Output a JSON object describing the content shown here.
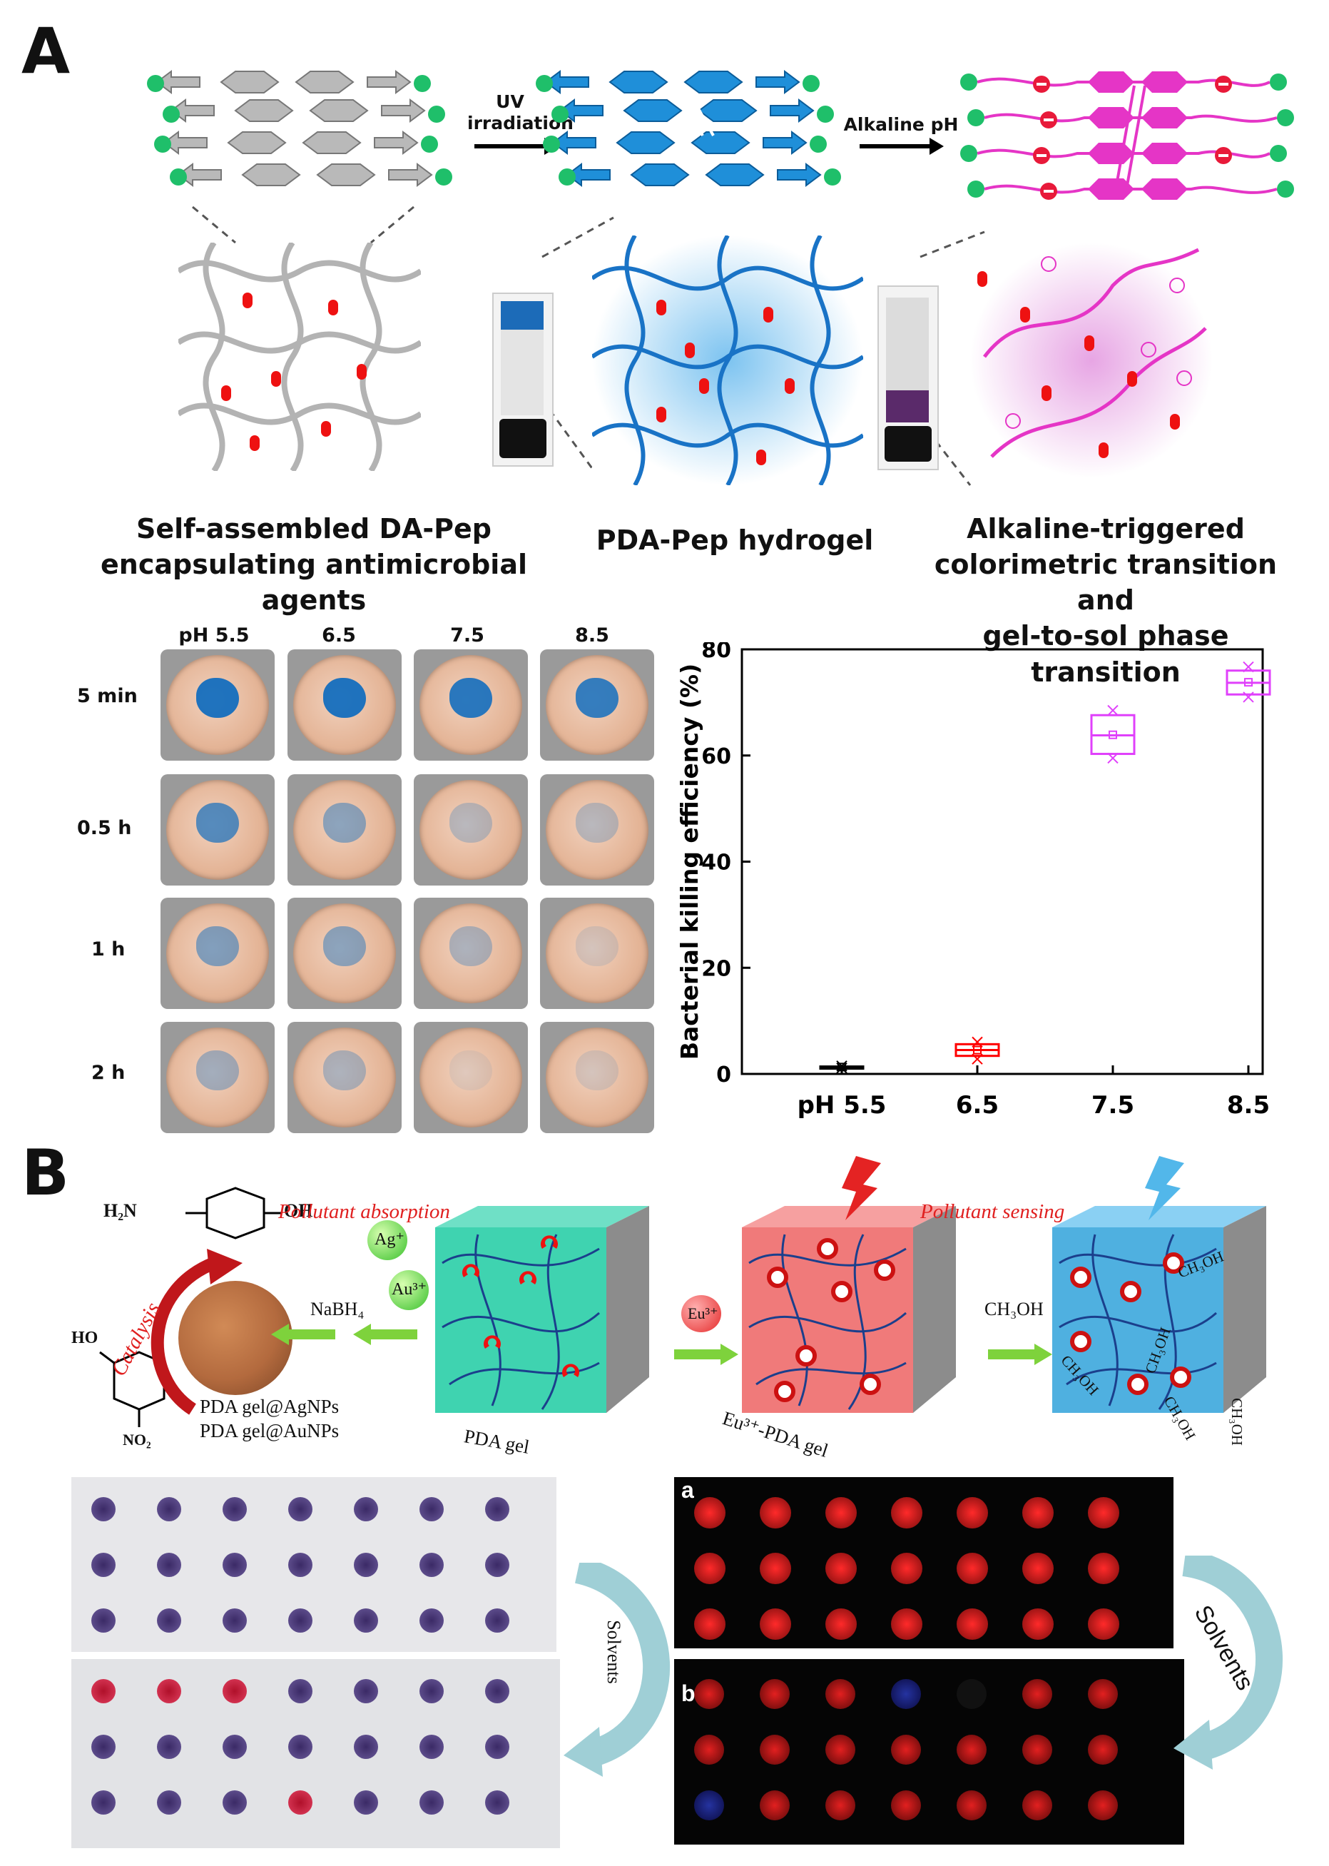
{
  "panel_a": {
    "letter": "A",
    "arrow_labels": {
      "uv": "UV\nirradiation",
      "alkaline": "Alkaline pH"
    },
    "captions": {
      "left": "Self-assembled DA-Pep\nencapsulating antimicrobial agents",
      "middle": "PDA-Pep hydrogel",
      "right": "Alkaline-triggered\ncolorimetric transition and\ngel-to-sol phase transition"
    },
    "photo_grid": {
      "columns": [
        "pH 5.5",
        "6.5",
        "7.5",
        "8.5"
      ],
      "rows": [
        "5 min",
        "0.5 h",
        "1 h",
        "2 h"
      ],
      "blue_intensity": [
        [
          0.95,
          0.95,
          0.9,
          0.85
        ],
        [
          0.7,
          0.45,
          0.25,
          0.25
        ],
        [
          0.5,
          0.45,
          0.3,
          0.12
        ],
        [
          0.35,
          0.3,
          0.08,
          0.12
        ]
      ]
    }
  },
  "chart_data": {
    "type": "box",
    "ylabel": "Bacterial killing efficiency (%)",
    "xlabel": "",
    "categories": [
      "pH 5.5",
      "6.5",
      "7.5",
      "8.5"
    ],
    "ylim": [
      0,
      80
    ],
    "yticks": [
      0,
      20,
      40,
      60,
      80
    ],
    "colors": [
      "#000000",
      "#ff0000",
      "#e040fb",
      "#e040fb"
    ],
    "boxes": [
      {
        "category": "pH 5.5",
        "min": 1.1,
        "q1": 1.2,
        "median": 1.3,
        "q3": 1.4,
        "max": 1.5,
        "mean": 1.3
      },
      {
        "category": "6.5",
        "min": 2.8,
        "q1": 3.4,
        "median": 4.5,
        "q3": 5.6,
        "max": 6.0,
        "mean": 4.5
      },
      {
        "category": "7.5",
        "min": 59.5,
        "q1": 60.3,
        "median": 63.8,
        "q3": 67.6,
        "max": 68.5,
        "mean": 63.9
      },
      {
        "category": "8.5",
        "min": 71.0,
        "q1": 71.5,
        "median": 73.7,
        "q3": 76.0,
        "max": 76.7,
        "mean": 73.8
      }
    ]
  },
  "panel_b": {
    "letter": "B",
    "chem": {
      "aminophenol": "H₂N",
      "oh": "OH",
      "ho": "HO",
      "no2": "NO₂",
      "catalysis": "Catalysis",
      "nabh4": "NaBH₄",
      "ag": "Ag⁺",
      "au": "Au³⁺",
      "eu": "Eu³⁺",
      "ch3oh": "CH₃OH",
      "products": "PDA gel@AgNPs\nPDA gel@AuNPs",
      "pollutant_absorption": "Pollutant  absorption",
      "pollutant_sensing": "Pollutant sensing",
      "pda_gel": "PDA gel",
      "eu_pda_gel": "Eu³⁺-PDA gel",
      "cube_ch3oh_labels": [
        "CH₃OH",
        "CH₃OH",
        "CH₃OH",
        "CH₃OH",
        "CH₃OH"
      ]
    },
    "solvents_left": "Solvents",
    "solvents_right": "Solvents",
    "photo_a_label": "a",
    "photo_b_label": "b",
    "colors": {
      "gel_green": "#3fd3b0",
      "gel_pink": "#f07a7a",
      "gel_blue": "#4fb0e0",
      "arrow_green": "#7ed23c",
      "reaction_red": "#e02020"
    }
  }
}
